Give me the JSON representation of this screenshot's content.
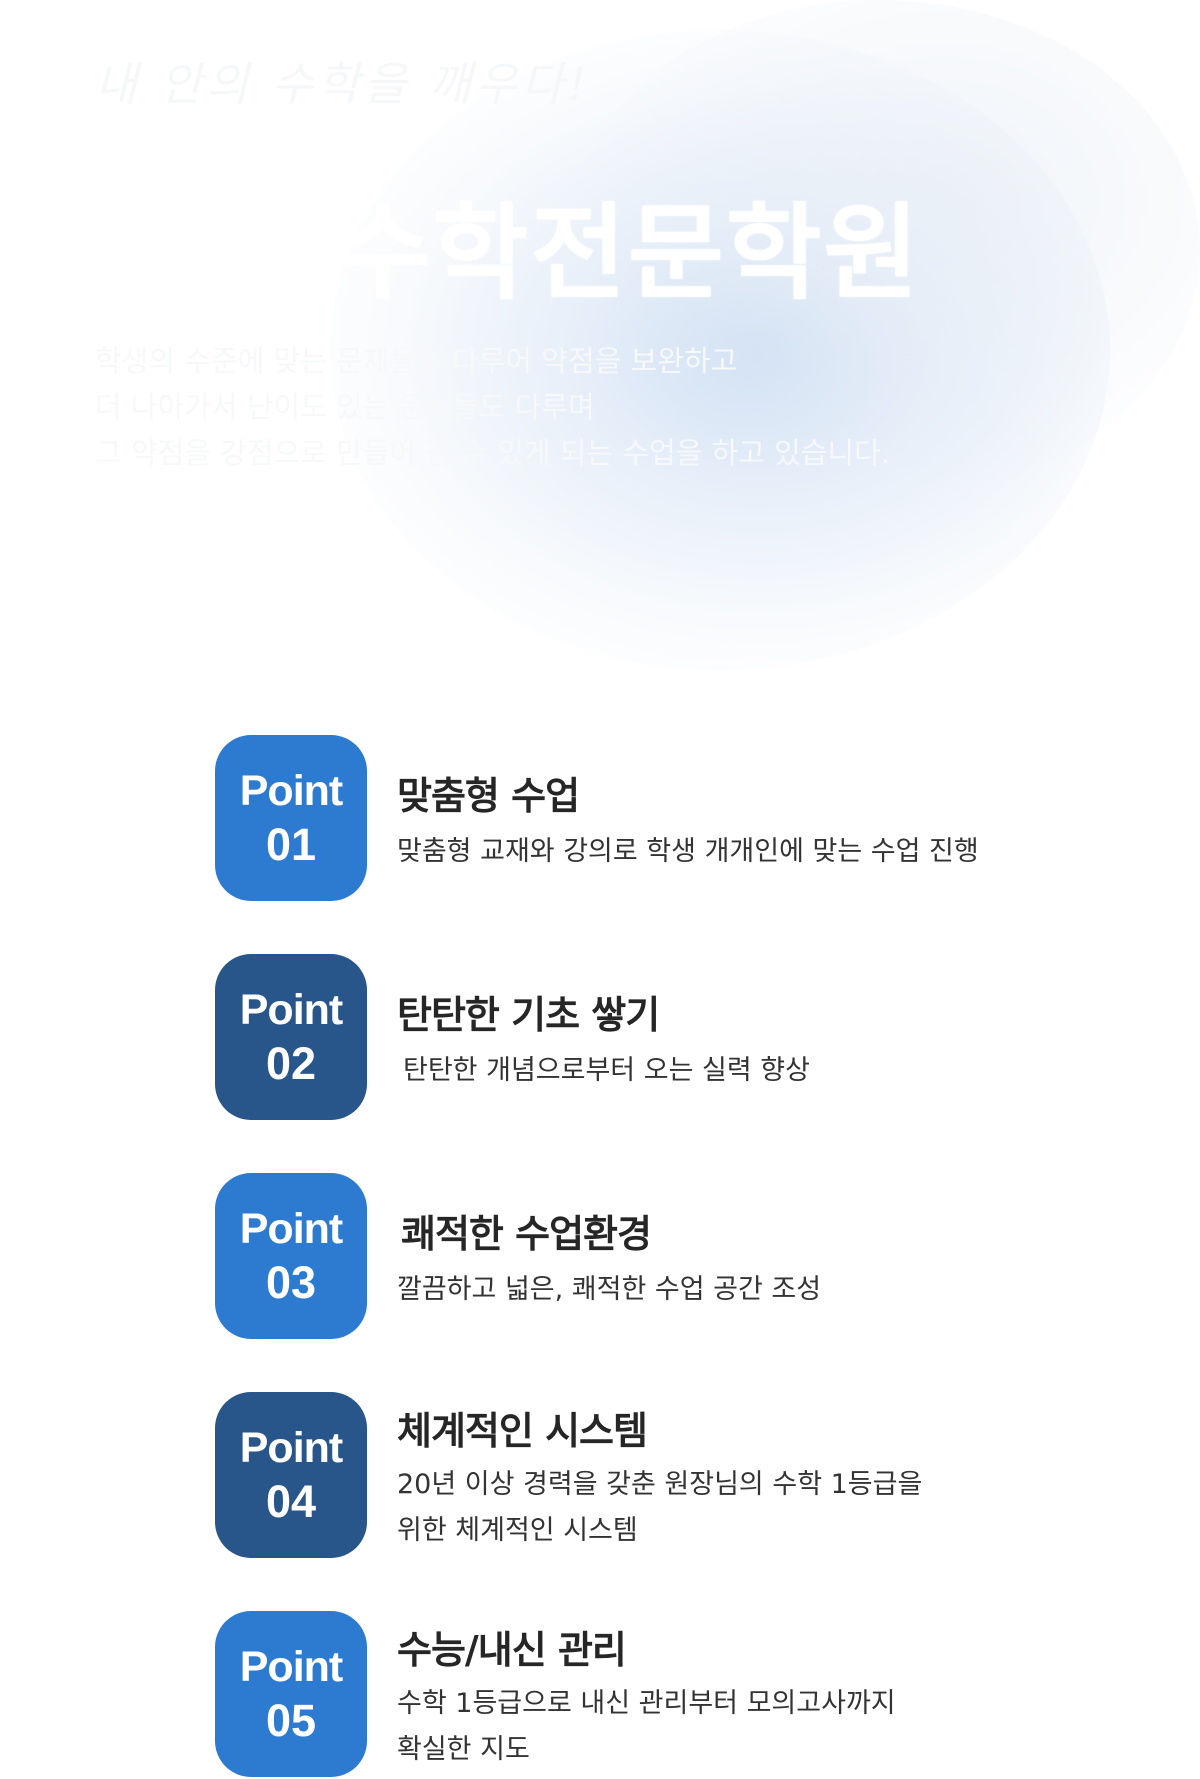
{
  "hero": {
    "tagline": "내 안의 수학을 깨우다!",
    "title": "수학전문학원",
    "description": [
      "학생의 수준에 맞는 문제들을 다루어 약점을 보완하고",
      "더 나아가서 난이도 있는 문제들도 다루며",
      "그 약점을 강점으로 만들어 갈 수 있게 되는 수업을 하고 있습니다."
    ]
  },
  "points": [
    {
      "badge_word": "Point",
      "badge_number": "01",
      "title": "맞춤형 수업",
      "desc": [
        "맞춤형 교재와 강의로 학생 개개인에 맞는 수업 진행"
      ]
    },
    {
      "badge_word": "Point",
      "badge_number": "02",
      "title": "탄탄한 기초 쌓기",
      "desc": [
        "탄탄한 개념으로부터 오는 실력 향상"
      ]
    },
    {
      "badge_word": "Point",
      "badge_number": "03",
      "title": "쾌적한 수업환경",
      "desc": [
        "깔끔하고 넓은, 쾌적한 수업 공간 조성"
      ]
    },
    {
      "badge_word": "Point",
      "badge_number": "04",
      "title": "체계적인 시스템",
      "desc": [
        "20년 이상 경력을 갖춘 원장님의 수학 1등급을",
        "위한 체계적인 시스템"
      ]
    },
    {
      "badge_word": "Point",
      "badge_number": "05",
      "title": "수능/내신 관리",
      "desc": [
        "수학 1등급으로 내신 관리부터 모의고사까지",
        "확실한 지도"
      ]
    }
  ],
  "colors": {
    "badge_light": "#2d7ad1",
    "badge_dark": "#28558a",
    "title_text": "#262626",
    "body_text": "#333333"
  }
}
